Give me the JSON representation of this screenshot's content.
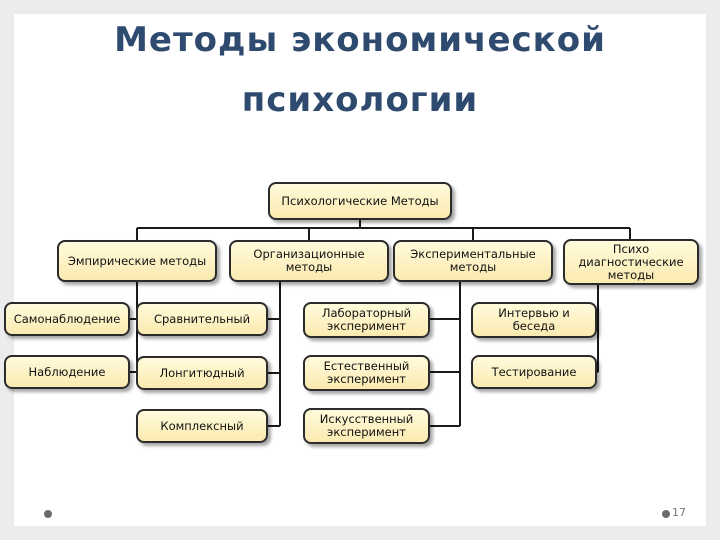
{
  "title": {
    "line1": "Методы экономической",
    "line2": "психологии"
  },
  "root": "Психологические Методы",
  "categories": {
    "empirical": "Эмпирические методы",
    "organizational": "Организационные методы",
    "experimental": "Экспериментальные методы",
    "psychodiagnostic": "Психо диагностические методы"
  },
  "empirical_items": [
    "Самонаблюдение",
    "Наблюдение"
  ],
  "organizational_items": [
    "Сравнительный",
    "Лонгитюдный",
    "Комплексный"
  ],
  "experimental_items": [
    "Лабораторный эксперимент",
    "Естественный эксперимент",
    "Искусственный эксперимент"
  ],
  "psychodiagnostic_items": [
    "Интервью и беседа",
    "Тестирование"
  ],
  "page_number": "17"
}
